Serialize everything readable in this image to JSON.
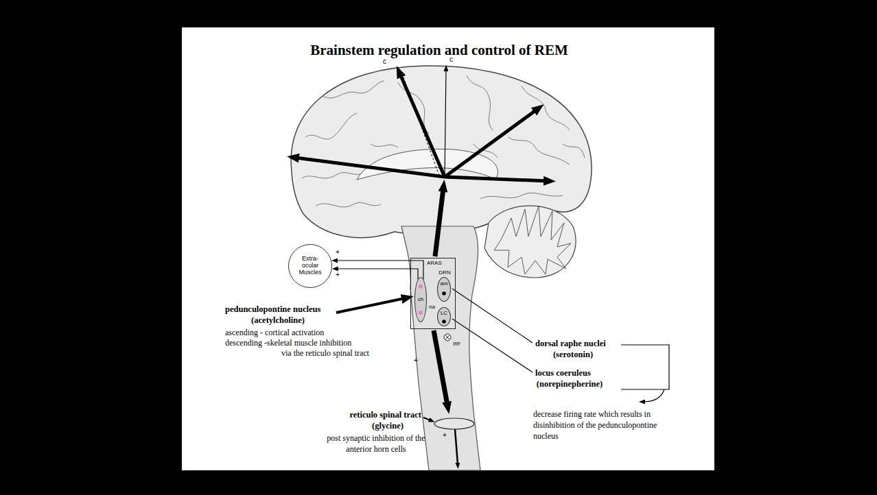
{
  "diagram": {
    "title": "Brainstem regulation and control of REM",
    "nodes": [
      {
        "text": [
          "Extra- ocular Muscles"
        ]
      },
      {
        "text": [
          "ARAS"
        ]
      },
      {
        "text": [
          "ch"
        ],
        "in": 1
      },
      {
        "text": [
          "DRN",
          "am"
        ],
        "in": 1
      },
      {
        "text": [
          "LC"
        ],
        "in": 1
      }
    ],
    "edges": [
      {
        "from": 2,
        "to": 0,
        "arrow": "to"
      },
      {
        "from": 2,
        "to": 0,
        "arrow": "to"
      }
    ],
    "labels": [
      "c",
      "c",
      "+",
      "+",
      "+",
      "+",
      "na",
      "IRF",
      "pedunculopontine nucleus",
      "(acetylcholine)",
      "ascending - cortical activation",
      "descending -skeletal muscle inhibition",
      "via the reticulo spinal tract",
      "dorsal raphe nuclei",
      "(serotonin)",
      "locus coeruleus",
      "(norepinepherine)",
      "decrease firing rate which results in disinhibition of the pedunculopontine nucleus",
      "reticulo spinal tract",
      "(glycine)",
      "post synaptic inhibition of the anterior horn cells"
    ]
  }
}
